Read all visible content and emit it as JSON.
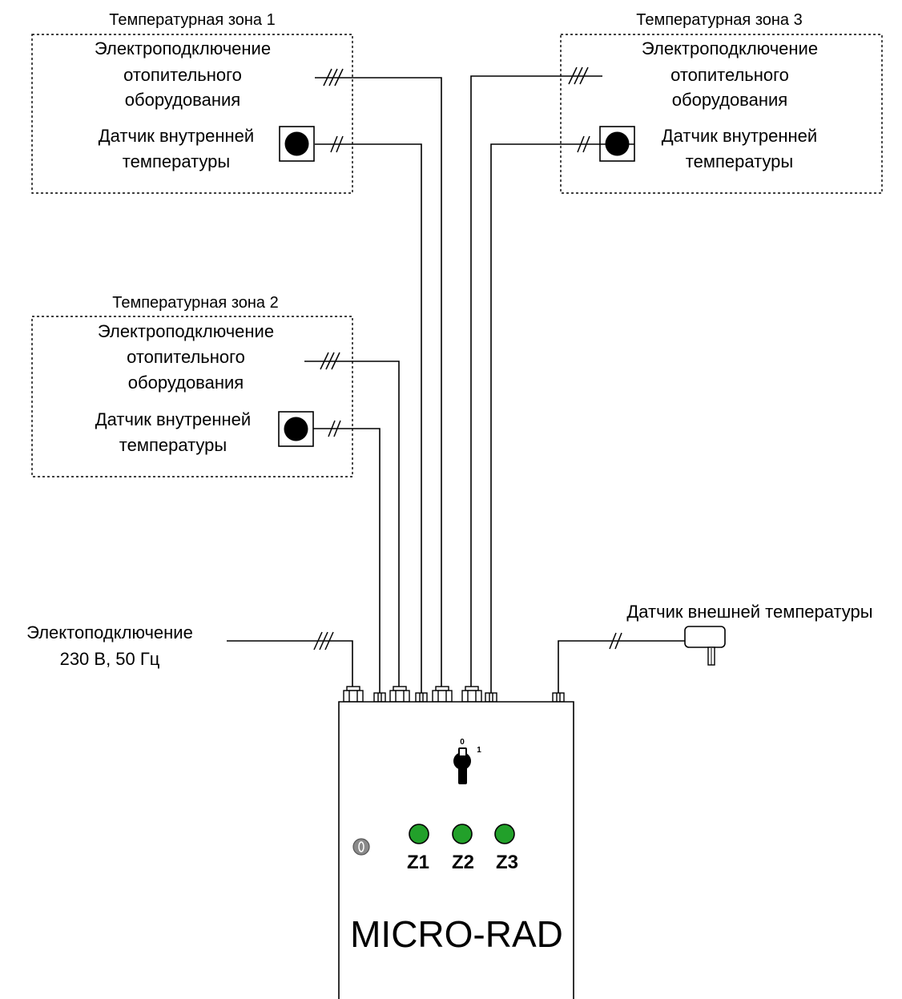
{
  "zones": [
    {
      "title": "Температурная зона 1",
      "heating": [
        "Электроподключение",
        "отопительного",
        "оборудования"
      ],
      "sensor": [
        "Датчик внутренней",
        "температуры"
      ]
    },
    {
      "title": "Температурная зона 2",
      "heating": [
        "Электроподключение",
        "отопительного",
        "оборудования"
      ],
      "sensor": [
        "Датчик внутренней",
        "температуры"
      ]
    },
    {
      "title": "Температурная зона 3",
      "heating": [
        "Электроподключение",
        "отопительного",
        "оборудования"
      ],
      "sensor": [
        "Датчик внутренней",
        "температуры"
      ]
    }
  ],
  "power": {
    "lines": [
      "Электоподключение",
      "230 В, 50 Гц"
    ]
  },
  "outdoor_sensor": {
    "label": "Датчик внешней температуры"
  },
  "controller": {
    "name": "MICRO-RAD",
    "switch": {
      "pos0": "0",
      "pos1": "1"
    },
    "indicators": [
      {
        "label": "Z1",
        "color": "#22a02a"
      },
      {
        "label": "Z2",
        "color": "#22a02a"
      },
      {
        "label": "Z3",
        "color": "#22a02a"
      }
    ]
  }
}
